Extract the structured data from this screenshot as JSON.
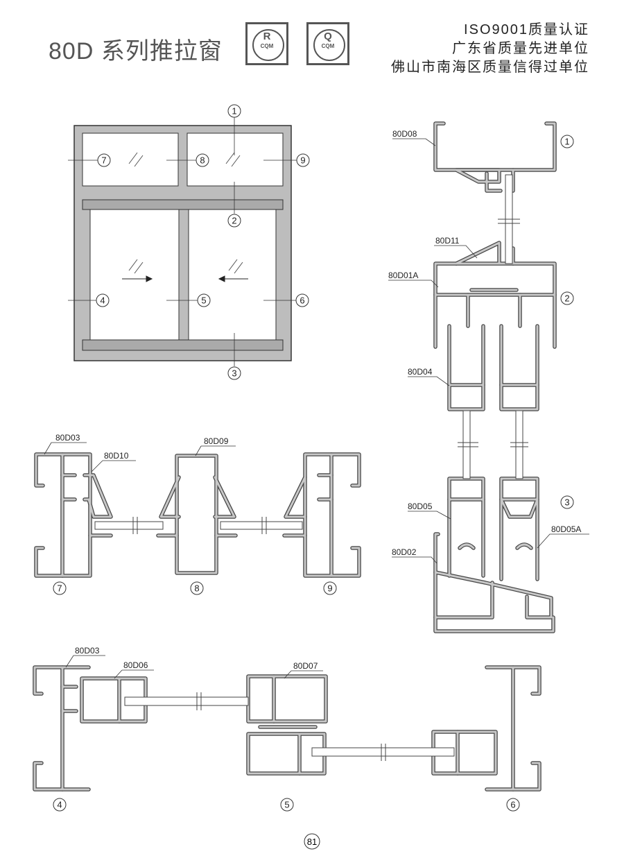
{
  "header": {
    "title": "80D 系列推拉窗",
    "badges": [
      {
        "symbol": "R",
        "text": "CQM"
      },
      {
        "symbol": "Q",
        "text": "CQM"
      }
    ],
    "certifications": [
      "ISO9001质量认证",
      "广东省质量先进单位",
      "佛山市南海区质量信得过单位"
    ]
  },
  "elevation": {
    "callouts": [
      "1",
      "2",
      "3",
      "4",
      "5",
      "6",
      "7",
      "8",
      "9"
    ]
  },
  "vertical_section": {
    "labels": [
      "80D08",
      "80D11",
      "80D01A",
      "80D04",
      "80D05",
      "80D02",
      "80D05A"
    ],
    "callouts": [
      "1",
      "2",
      "3"
    ]
  },
  "top_horizontal_section": {
    "labels": [
      "80D03",
      "80D10",
      "80D09"
    ],
    "callouts": [
      "7",
      "8",
      "9"
    ]
  },
  "bottom_horizontal_section": {
    "labels": [
      "80D03",
      "80D06",
      "80D07"
    ],
    "callouts": [
      "4",
      "5",
      "6"
    ]
  },
  "page_number": "81",
  "colors": {
    "profile_fill": "#c8c8c8",
    "profile_outline": "#444444",
    "text": "#333333"
  }
}
